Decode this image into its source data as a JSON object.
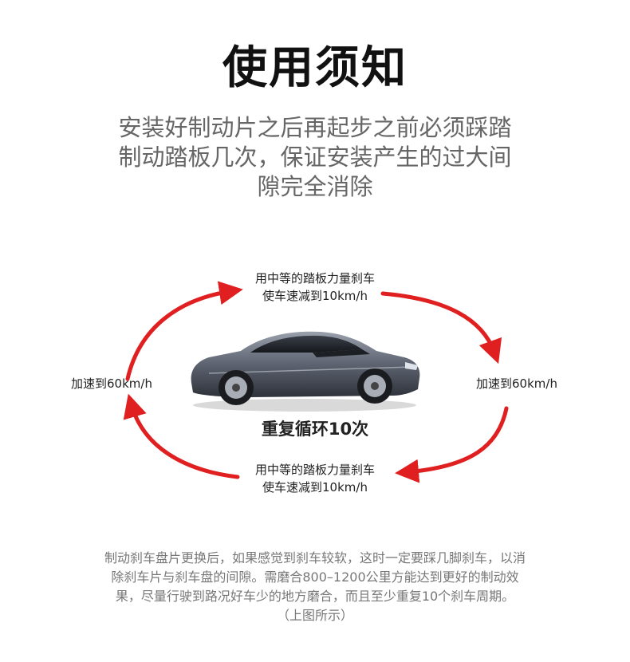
{
  "title": "使用须知",
  "intro": {
    "line1": "安装好制动片之后再起步之前必须踩踏",
    "line2": "制动踏板几次，保证安装产生的过大间",
    "line3": "隙完全消除"
  },
  "diagram": {
    "top_step": {
      "line1": "用中等的踏板力量刹车",
      "line2": "使车速减到10km/h"
    },
    "bottom_step": {
      "line1": "用中等的踏板力量刹车",
      "line2": "使车速减到10km/h"
    },
    "left_step": "加速到60km/h",
    "right_step": "加速到60km/h",
    "cycle_label": "重复循环10次",
    "arrow_color": "#e02020",
    "car_icon": "sports-car-icon"
  },
  "note": {
    "line1": "制动刹车盘片更换后，如果感觉到刹车较软，这时一定要踩几脚刹车，以消",
    "line2": "除刹车片与刹车盘的间隙。需磨合800–1200公里方能达到更好的制动效",
    "line3": "果，尽量行驶到路况好车少的地方磨合，而且至少重复10个刹车周期。",
    "line4": "（上图所示）"
  }
}
